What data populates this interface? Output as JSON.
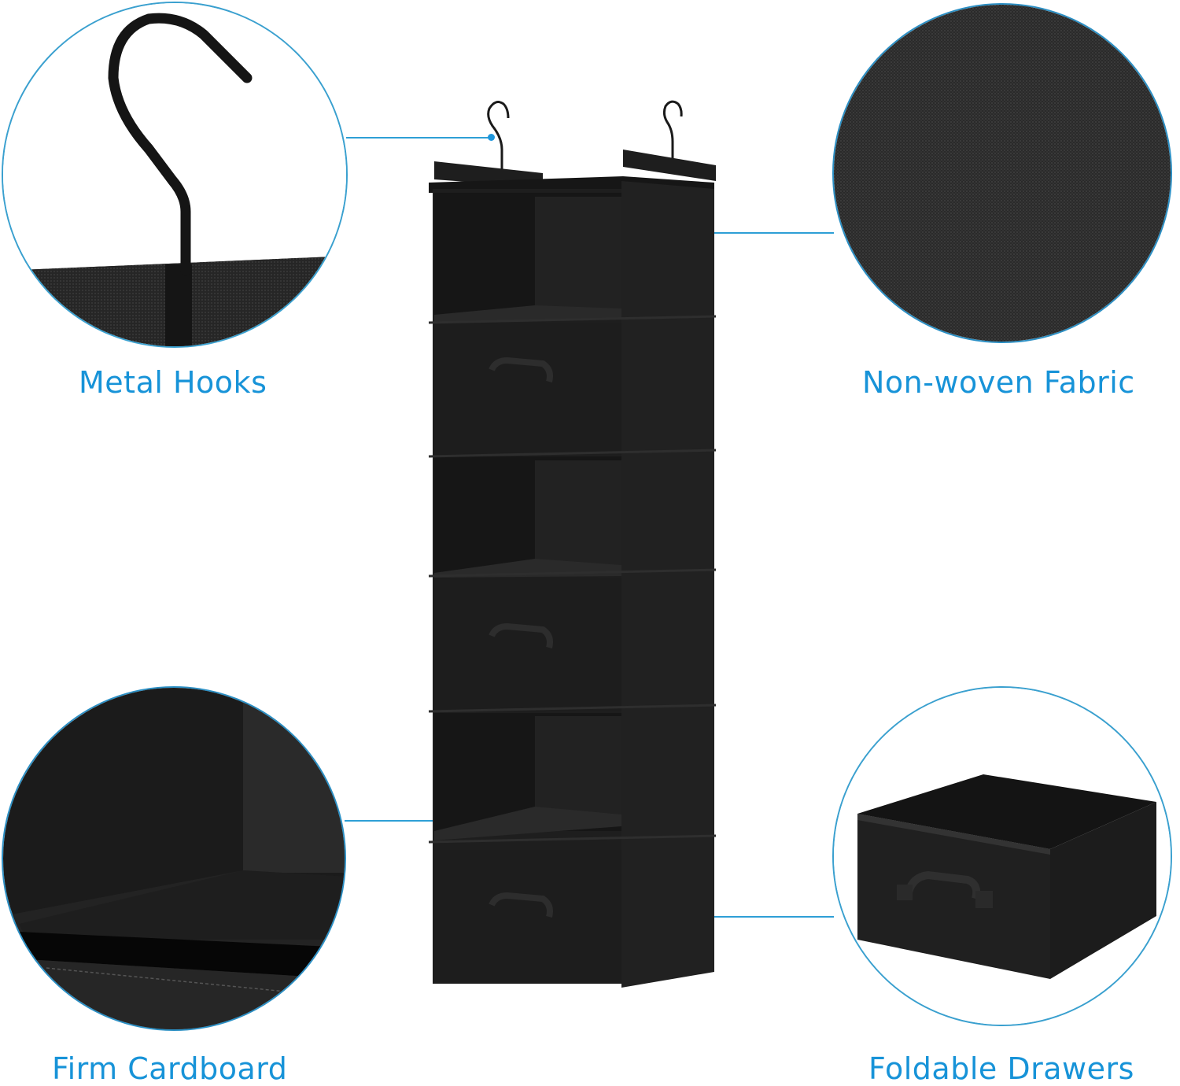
{
  "features": [
    {
      "id": "hooks",
      "label": "Metal Hooks",
      "icon": "metal-hook-closeup"
    },
    {
      "id": "fabric",
      "label": "Non-woven Fabric",
      "icon": "fabric-texture-closeup"
    },
    {
      "id": "cardboard",
      "label": "Firm Cardboard",
      "icon": "shelf-cardboard-closeup"
    },
    {
      "id": "drawers",
      "label": "Foldable Drawers",
      "icon": "drawer-closeup"
    }
  ],
  "product": {
    "name": "hanging-closet-organizer",
    "tiers": 6,
    "drawers": 3,
    "open_shelves": 3
  },
  "colors": {
    "accent": "#1793d8",
    "line": "#2e9fd6",
    "product": "#1c1c1c"
  }
}
